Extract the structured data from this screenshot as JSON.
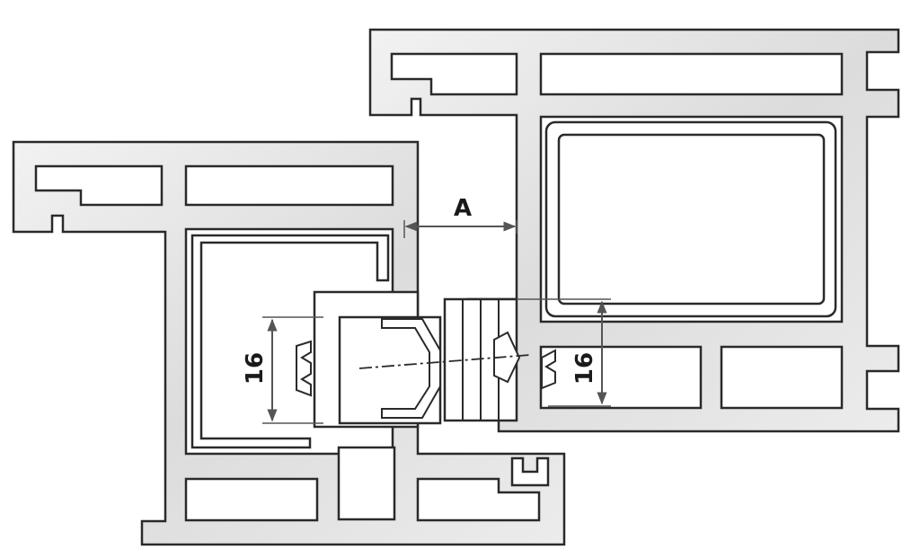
{
  "labels": {
    "gap_a": "A",
    "dim_left": "16",
    "dim_right": "16"
  },
  "colors": {
    "profile_fill": "#e6e6e6",
    "profile_stroke": "#2a2a2a",
    "hollow_fill": "#ffffff",
    "dim_line": "#555555"
  }
}
